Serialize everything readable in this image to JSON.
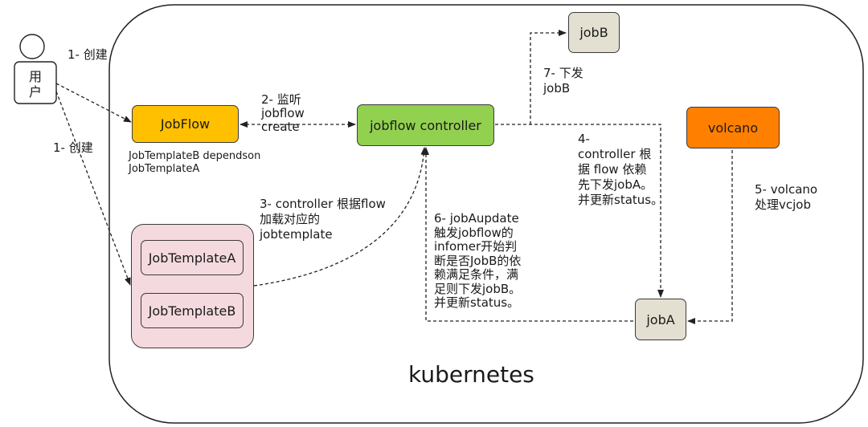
{
  "diagram": {
    "user_label": "用\n户",
    "create_label_1": "1- 创建",
    "create_label_2": "1- 创建",
    "jobflow_label": "JobFlow",
    "jobflow_note": "JobTemplateB dependson\nJobTemplateA",
    "watch_label": "2- 监听\njobflow\ncreate",
    "controller_label": "jobflow controller",
    "jobb_label": "jobB",
    "dispatch_jobb_label": "7- 下发\njobB",
    "volcano_label": "volcano",
    "step4_label": "4-\ncontroller 根\n据 flow 依赖\n先下发jobA。\n并更新status。",
    "step5_label": "5- volcano\n处理vcjob",
    "step3_label": "3- controller 根据flow\n加载对应的\njobtemplate",
    "template_a_label": "JobTemplateA",
    "template_b_label": "JobTemplateB",
    "step6_label": "6- jobAupdate\n触发jobflow的\ninfomer开始判\n断是否JobB的依\n赖满足条件，满\n足则下发jobB。\n并更新status。",
    "joba_label": "jobA",
    "kubernetes_label": "kubernetes"
  },
  "colors": {
    "jobflow": "#FFC000",
    "controller": "#92D050",
    "volcano": "#FF8000",
    "job_box": "#E3E0D1",
    "template_group": "#F4DADF"
  },
  "icons": {
    "user": "user-figure-icon"
  }
}
